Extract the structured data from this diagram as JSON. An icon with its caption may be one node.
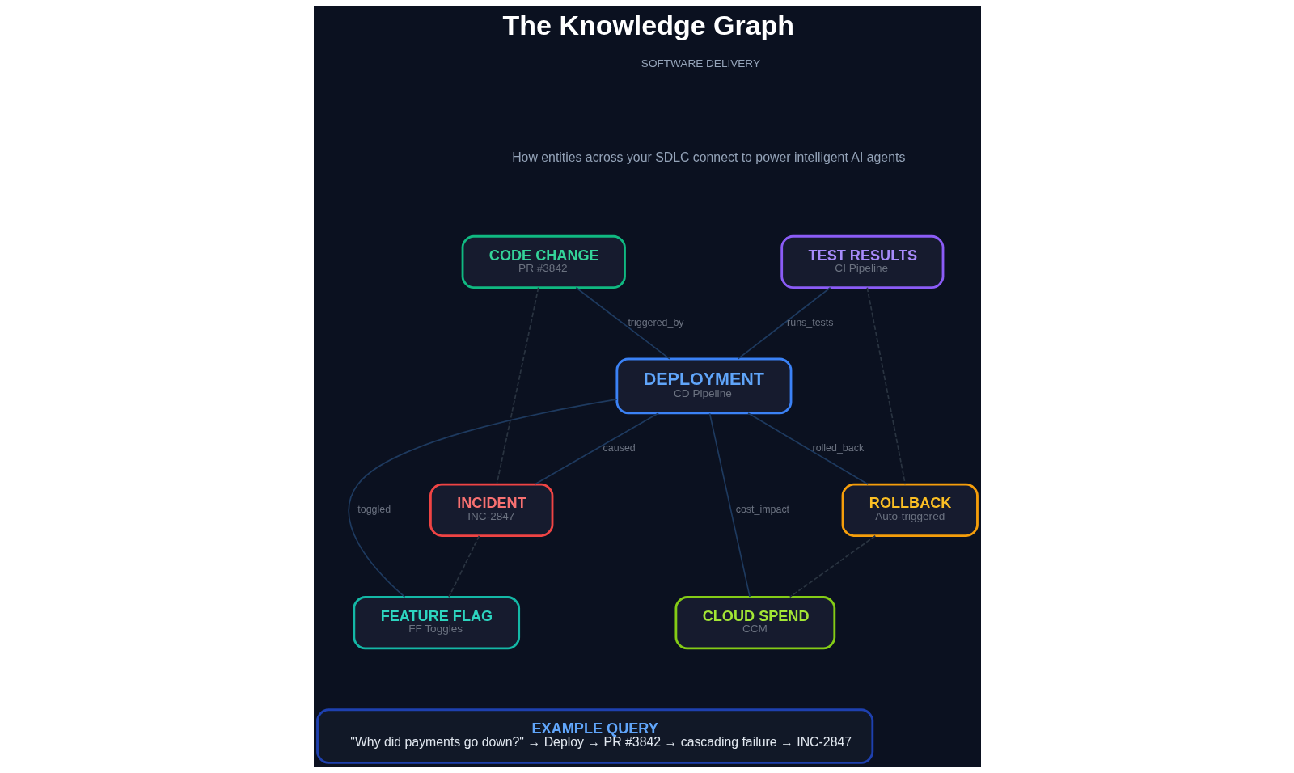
{
  "diagram": {
    "title": "The Knowledge Graph",
    "nodes": [
      {
        "text": [
          "CODE CHANGE",
          "PR #3842"
        ]
      },
      {
        "text": [
          "TEST RESULTS",
          "CI Pipeline"
        ]
      },
      {
        "text": [
          "DEPLOYMENT",
          "CD Pipeline"
        ]
      },
      {
        "text": [
          "INCIDENT",
          "INC-2847"
        ]
      },
      {
        "text": [
          "ROLLBACK",
          "Auto-triggered"
        ]
      },
      {
        "text": [
          "FEATURE FLAG",
          "FF Toggles"
        ]
      },
      {
        "text": [
          "CLOUD SPEND",
          "CCM"
        ]
      },
      {
        "text": [
          "EXAMPLE QUERY",
          "\"Why did payments go down?\" → Deploy → PR #3842 → cascading failure → INC-2847"
        ]
      }
    ],
    "edges": [
      {
        "from": 0,
        "to": 2,
        "arrow": "none",
        "label": "triggered_by"
      },
      {
        "from": 1,
        "to": 2,
        "arrow": "none",
        "label": "runs_tests"
      },
      {
        "from": 2,
        "to": 3,
        "arrow": "none",
        "label": "caused"
      },
      {
        "from": 2,
        "to": 5,
        "arrow": "none",
        "label": "toggled"
      },
      {
        "from": 2,
        "to": 6,
        "arrow": "none",
        "label": "cost_impact"
      },
      {
        "from": 2,
        "to": 4,
        "arrow": "none",
        "label": "rolled_back"
      },
      {
        "from": 0,
        "to": 3,
        "arrow": "none",
        "style": "dashed",
        "color": "#2a3441"
      },
      {
        "from": 3,
        "to": 5,
        "arrow": "none",
        "style": "dashed",
        "color": "#2a3441"
      },
      {
        "from": 1,
        "to": 4,
        "arrow": "none",
        "style": "dashed",
        "color": "#2a3441"
      },
      {
        "from": 4,
        "to": 6,
        "arrow": "none",
        "style": "dashed",
        "color": "#2a3441"
      }
    ],
    "labels": [
      "SOFTWARE DELIVERY",
      "How entities across your SDLC connect to power intelligent AI agents"
    ]
  }
}
